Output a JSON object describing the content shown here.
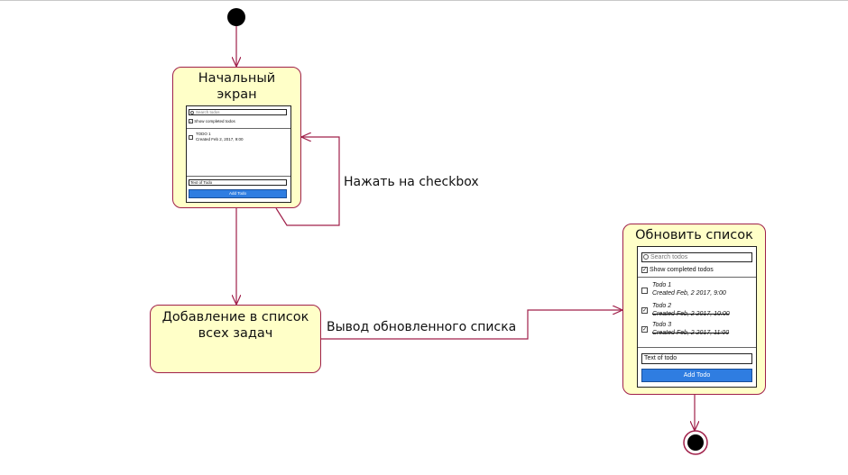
{
  "colors": {
    "state_fill": "#ffffc8",
    "border": "#a0204a",
    "arrow": "#a0204a",
    "button": "#2f7de1"
  },
  "nodes": {
    "initial": {
      "kind": "initial-node"
    },
    "start_screen": {
      "title": "Начальный\nэкран"
    },
    "add_to_list": {
      "title": "Добавление в список\nвсех задач"
    },
    "update_list": {
      "title": "Обновить список"
    },
    "final": {
      "kind": "final-node"
    }
  },
  "edges": {
    "checkbox_loop": {
      "label": "Нажать на checkbox"
    },
    "output_updated": {
      "label": "Вывод обновленного списка"
    }
  },
  "mockup_small": {
    "search_placeholder": "Search todos",
    "show_completed": "Show completed todos",
    "todos": [
      {
        "title": "TODO 1",
        "date": "Created Feb 2, 2017, 9:00",
        "checked": false
      }
    ],
    "text_placeholder": "Text of Todo",
    "button": "Add Todo"
  },
  "mockup_large": {
    "search_placeholder": "Search todos",
    "show_completed": "Show completed todos",
    "todos": [
      {
        "title": "Todo 1",
        "date": "Created Feb, 2 2017, 9:00",
        "checked": false
      },
      {
        "title": "Todo 2",
        "date": "Created Feb, 2 2017, 10:00",
        "checked": true
      },
      {
        "title": "Todo 3",
        "date": "Created Feb, 2 2017, 11:00",
        "checked": true
      }
    ],
    "text_placeholder": "Text of todo",
    "button": "Add Todo"
  }
}
